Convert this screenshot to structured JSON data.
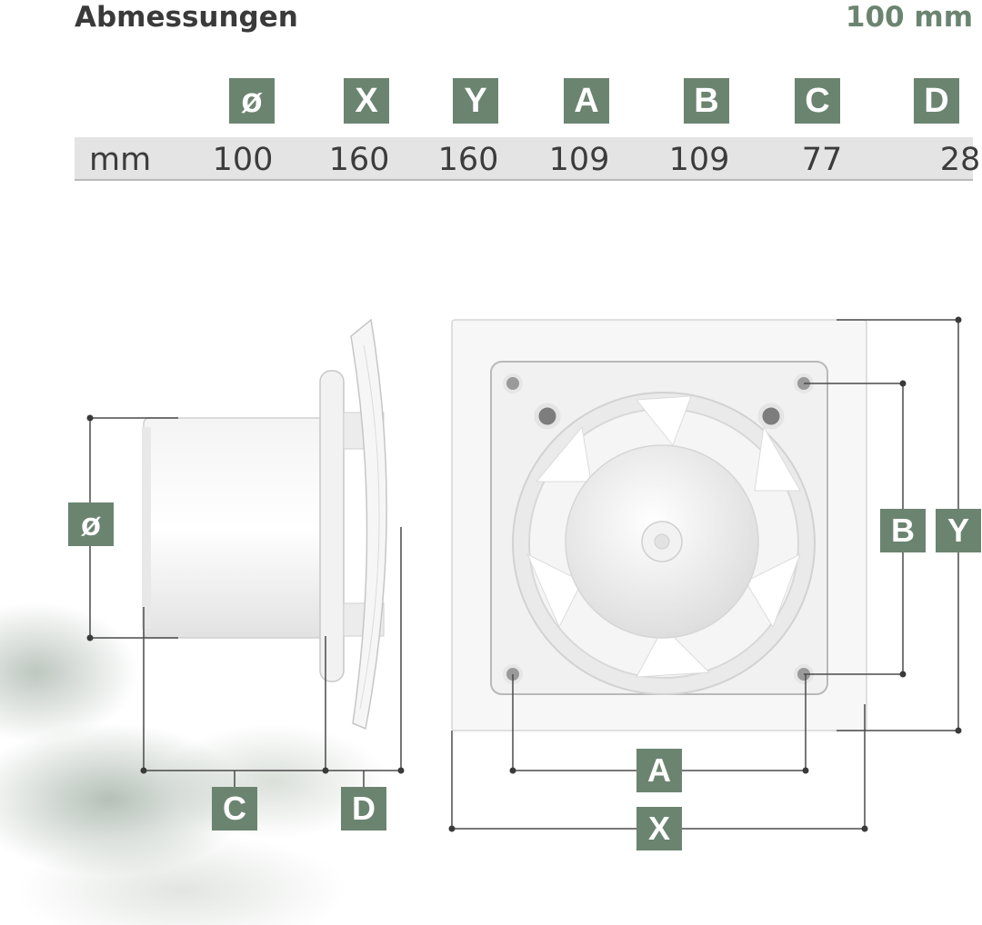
{
  "header": {
    "title": "Abmessungen",
    "size": "100 mm"
  },
  "dimensions_table": {
    "columns": [
      "ø",
      "X",
      "Y",
      "A",
      "B",
      "C",
      "D"
    ],
    "unit": "mm",
    "values": [
      "100",
      "160",
      "160",
      "109",
      "109",
      "77",
      "28"
    ]
  },
  "diagram_labels": {
    "diameter": "ø",
    "depth_c": "C",
    "depth_d": "D",
    "spacing_a": "A",
    "width_x": "X",
    "spacing_b": "B",
    "height_y": "Y"
  },
  "colors": {
    "accent": "#6b8470",
    "title": "#3a3a3a",
    "table_row": "#e4e4e4"
  }
}
